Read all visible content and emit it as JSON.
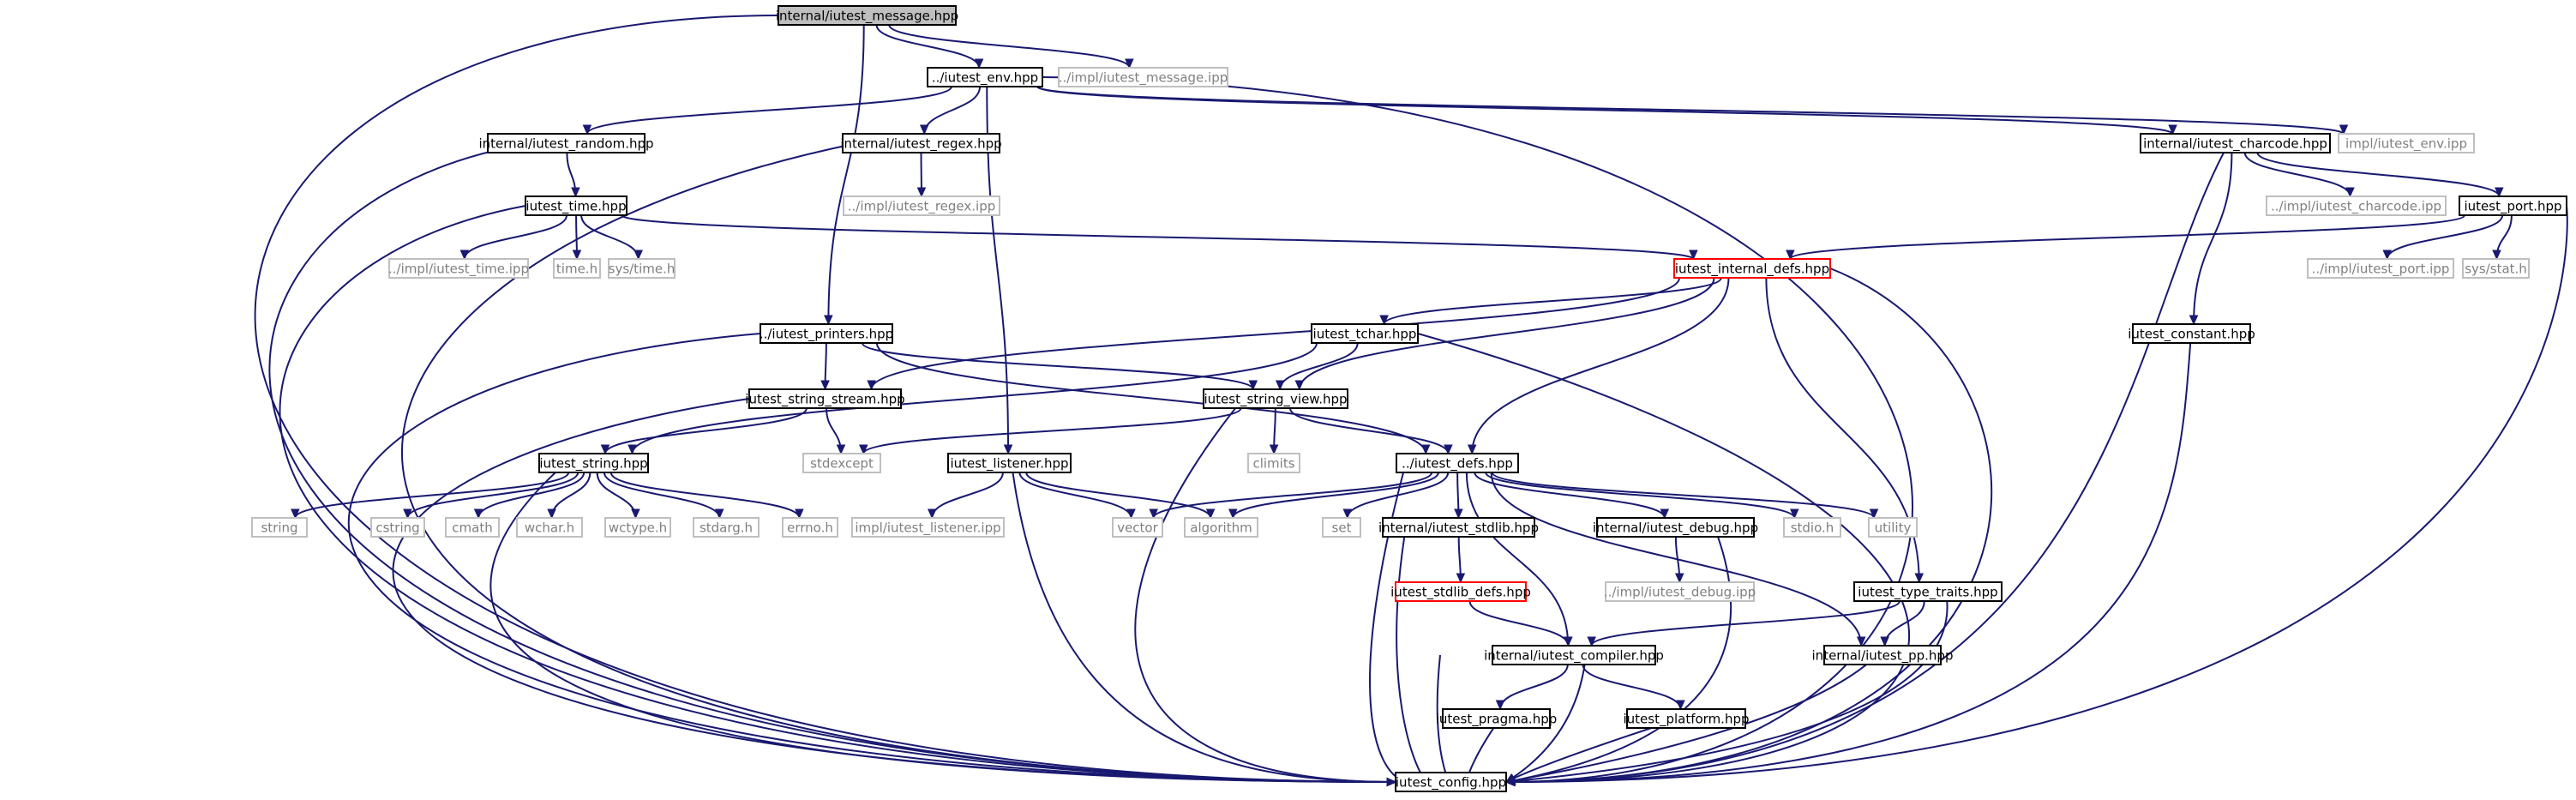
{
  "colors": {
    "edge": "#191970",
    "node_border": "#000000",
    "root_fill": "#bfbfbf",
    "external_border": "#bfbfbf",
    "external_text": "#808080",
    "truncated_border": "#ff0000"
  },
  "nodes": {
    "root": {
      "label": "internal/iutest_message.hpp",
      "kind": "root"
    },
    "env": {
      "label": "../iutest_env.hpp",
      "kind": "normal"
    },
    "msg_ipp": {
      "label": "../impl/iutest_message.ipp",
      "kind": "external"
    },
    "random": {
      "label": "internal/iutest_random.hpp",
      "kind": "normal"
    },
    "regex": {
      "label": "internal/iutest_regex.hpp",
      "kind": "normal"
    },
    "charcode": {
      "label": "internal/iutest_charcode.hpp",
      "kind": "normal"
    },
    "env_ipp": {
      "label": "impl/iutest_env.ipp",
      "kind": "external"
    },
    "time": {
      "label": "iutest_time.hpp",
      "kind": "normal"
    },
    "regex_ipp": {
      "label": "../impl/iutest_regex.ipp",
      "kind": "external"
    },
    "charcode_ipp": {
      "label": "../impl/iutest_charcode.ipp",
      "kind": "external"
    },
    "port": {
      "label": "iutest_port.hpp",
      "kind": "normal"
    },
    "time_ipp": {
      "label": "../impl/iutest_time.ipp",
      "kind": "external"
    },
    "time_h": {
      "label": "time.h",
      "kind": "external"
    },
    "sys_time_h": {
      "label": "sys/time.h",
      "kind": "external"
    },
    "internal_defs": {
      "label": "iutest_internal_defs.hpp",
      "kind": "truncated"
    },
    "port_ipp": {
      "label": "../impl/iutest_port.ipp",
      "kind": "external"
    },
    "sys_stat_h": {
      "label": "sys/stat.h",
      "kind": "external"
    },
    "printers": {
      "label": "../iutest_printers.hpp",
      "kind": "normal"
    },
    "tchar": {
      "label": "iutest_tchar.hpp",
      "kind": "normal"
    },
    "constant": {
      "label": "iutest_constant.hpp",
      "kind": "normal"
    },
    "string_stream": {
      "label": "iutest_string_stream.hpp",
      "kind": "normal"
    },
    "string_view": {
      "label": "iutest_string_view.hpp",
      "kind": "normal"
    },
    "string_hpp": {
      "label": "iutest_string.hpp",
      "kind": "normal"
    },
    "stdexcept": {
      "label": "stdexcept",
      "kind": "external"
    },
    "listener": {
      "label": "iutest_listener.hpp",
      "kind": "normal"
    },
    "climits": {
      "label": "climits",
      "kind": "external"
    },
    "defs": {
      "label": "../iutest_defs.hpp",
      "kind": "normal"
    },
    "string": {
      "label": "string",
      "kind": "external"
    },
    "cstring": {
      "label": "cstring",
      "kind": "external"
    },
    "cmath": {
      "label": "cmath",
      "kind": "external"
    },
    "wchar_h": {
      "label": "wchar.h",
      "kind": "external"
    },
    "wctype_h": {
      "label": "wctype.h",
      "kind": "external"
    },
    "stdarg_h": {
      "label": "stdarg.h",
      "kind": "external"
    },
    "errno_h": {
      "label": "errno.h",
      "kind": "external"
    },
    "listener_ipp": {
      "label": "impl/iutest_listener.ipp",
      "kind": "external"
    },
    "vector": {
      "label": "vector",
      "kind": "external"
    },
    "algorithm": {
      "label": "algorithm",
      "kind": "external"
    },
    "set": {
      "label": "set",
      "kind": "external"
    },
    "stdlib": {
      "label": "internal/iutest_stdlib.hpp",
      "kind": "normal"
    },
    "debug": {
      "label": "internal/iutest_debug.hpp",
      "kind": "normal"
    },
    "stdio_h": {
      "label": "stdio.h",
      "kind": "external"
    },
    "utility": {
      "label": "utility",
      "kind": "external"
    },
    "stdlib_defs": {
      "label": "iutest_stdlib_defs.hpp",
      "kind": "truncated"
    },
    "debug_ipp": {
      "label": "../impl/iutest_debug.ipp",
      "kind": "external"
    },
    "type_traits": {
      "label": "iutest_type_traits.hpp",
      "kind": "normal"
    },
    "compiler": {
      "label": "internal/iutest_compiler.hpp",
      "kind": "normal"
    },
    "pp": {
      "label": "internal/iutest_pp.hpp",
      "kind": "normal"
    },
    "pragma": {
      "label": "iutest_pragma.hpp",
      "kind": "normal"
    },
    "platform": {
      "label": "iutest_platform.hpp",
      "kind": "normal"
    },
    "config": {
      "label": "iutest_config.hpp",
      "kind": "normal"
    }
  },
  "edges": [
    [
      "root",
      "env"
    ],
    [
      "root",
      "msg_ipp"
    ],
    [
      "root",
      "printers"
    ],
    [
      "root",
      "config"
    ],
    [
      "env",
      "random"
    ],
    [
      "env",
      "regex"
    ],
    [
      "env",
      "charcode"
    ],
    [
      "env",
      "env_ipp"
    ],
    [
      "env",
      "listener"
    ],
    [
      "env",
      "config"
    ],
    [
      "random",
      "time"
    ],
    [
      "random",
      "config"
    ],
    [
      "regex",
      "regex_ipp"
    ],
    [
      "regex",
      "config"
    ],
    [
      "charcode",
      "charcode_ipp"
    ],
    [
      "charcode",
      "port"
    ],
    [
      "charcode",
      "constant"
    ],
    [
      "charcode",
      "config"
    ],
    [
      "time",
      "time_ipp"
    ],
    [
      "time",
      "time_h"
    ],
    [
      "time",
      "sys_time_h"
    ],
    [
      "time",
      "internal_defs"
    ],
    [
      "time",
      "config"
    ],
    [
      "port",
      "port_ipp"
    ],
    [
      "port",
      "sys_stat_h"
    ],
    [
      "port",
      "internal_defs"
    ],
    [
      "port",
      "config"
    ],
    [
      "internal_defs",
      "tchar"
    ],
    [
      "internal_defs",
      "string_stream"
    ],
    [
      "internal_defs",
      "string_view"
    ],
    [
      "internal_defs",
      "defs"
    ],
    [
      "internal_defs",
      "type_traits"
    ],
    [
      "internal_defs",
      "config"
    ],
    [
      "printers",
      "string_stream"
    ],
    [
      "printers",
      "string_view"
    ],
    [
      "printers",
      "defs"
    ],
    [
      "printers",
      "config"
    ],
    [
      "tchar",
      "string_view"
    ],
    [
      "tchar",
      "string_hpp"
    ],
    [
      "tchar",
      "config"
    ],
    [
      "constant",
      "config"
    ],
    [
      "string_stream",
      "string_hpp"
    ],
    [
      "string_stream",
      "stdexcept"
    ],
    [
      "string_stream",
      "config"
    ],
    [
      "string_view",
      "stdexcept"
    ],
    [
      "string_view",
      "climits"
    ],
    [
      "string_view",
      "defs"
    ],
    [
      "string_view",
      "config"
    ],
    [
      "string_hpp",
      "string"
    ],
    [
      "string_hpp",
      "cstring"
    ],
    [
      "string_hpp",
      "cmath"
    ],
    [
      "string_hpp",
      "wchar_h"
    ],
    [
      "string_hpp",
      "wctype_h"
    ],
    [
      "string_hpp",
      "stdarg_h"
    ],
    [
      "string_hpp",
      "errno_h"
    ],
    [
      "string_hpp",
      "config"
    ],
    [
      "listener",
      "listener_ipp"
    ],
    [
      "listener",
      "vector"
    ],
    [
      "listener",
      "algorithm"
    ],
    [
      "listener",
      "config"
    ],
    [
      "defs",
      "vector"
    ],
    [
      "defs",
      "algorithm"
    ],
    [
      "defs",
      "set"
    ],
    [
      "defs",
      "stdlib"
    ],
    [
      "defs",
      "debug"
    ],
    [
      "defs",
      "stdio_h"
    ],
    [
      "defs",
      "utility"
    ],
    [
      "defs",
      "compiler"
    ],
    [
      "defs",
      "pp"
    ],
    [
      "defs",
      "config"
    ],
    [
      "stdlib",
      "stdlib_defs"
    ],
    [
      "stdlib",
      "config"
    ],
    [
      "debug",
      "debug_ipp"
    ],
    [
      "debug",
      "config"
    ],
    [
      "stdlib_defs",
      "compiler"
    ],
    [
      "stdlib_defs",
      "config"
    ],
    [
      "type_traits",
      "compiler"
    ],
    [
      "type_traits",
      "pp"
    ],
    [
      "type_traits",
      "config"
    ],
    [
      "compiler",
      "pragma"
    ],
    [
      "compiler",
      "platform"
    ],
    [
      "compiler",
      "config"
    ],
    [
      "pp",
      "config"
    ],
    [
      "pragma",
      "config"
    ],
    [
      "platform",
      "config"
    ]
  ]
}
